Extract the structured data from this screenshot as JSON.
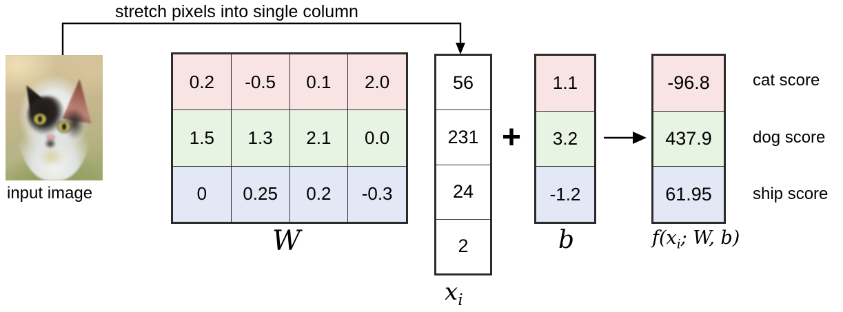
{
  "diagram": {
    "caption": "stretch pixels into single column",
    "input_image_label": "input image",
    "plus_symbol": "+",
    "arrow_icon": "right-arrow-icon",
    "connector_icon": "stretch-connector-arrow-icon"
  },
  "weights": {
    "label_plain": "W",
    "rows": [
      {
        "class": "cat",
        "tint": "#f9e4e4",
        "values": [
          "0.2",
          "-0.5",
          "0.1",
          "2.0"
        ]
      },
      {
        "class": "dog",
        "tint": "#e7f3e3",
        "values": [
          "1.5",
          "1.3",
          "2.1",
          "0.0"
        ]
      },
      {
        "class": "ship",
        "tint": "#e2e8f5",
        "values": [
          "0",
          "0.25",
          "0.2",
          "-0.3"
        ]
      }
    ]
  },
  "input_vector": {
    "label_plain": "xi",
    "label_base": "x",
    "label_sub": "i",
    "values": [
      "56",
      "231",
      "24",
      "2"
    ]
  },
  "bias": {
    "label_plain": "b",
    "rows": [
      {
        "class": "cat",
        "tint": "#f9e4e4",
        "value": "1.1"
      },
      {
        "class": "dog",
        "tint": "#e7f3e3",
        "value": "3.2"
      },
      {
        "class": "ship",
        "tint": "#e2e8f5",
        "value": "-1.2"
      }
    ]
  },
  "scores": {
    "label_plain": "f(xi; W, b)",
    "label_prefix": "f(x",
    "label_sub": "i",
    "label_suffix": "; W, b)",
    "rows": [
      {
        "class": "cat",
        "tint": "#f9e4e4",
        "value": "-96.8",
        "label": "cat score"
      },
      {
        "class": "dog",
        "tint": "#e7f3e3",
        "value": "437.9",
        "label": "dog score"
      },
      {
        "class": "ship",
        "tint": "#e2e8f5",
        "value": "61.95",
        "label": "ship score"
      }
    ]
  },
  "colors": {
    "cat_tint": "#f9e4e4",
    "dog_tint": "#e7f3e3",
    "ship_tint": "#e2e8f5",
    "stroke": "#2b2b2b",
    "background": "#ffffff"
  }
}
